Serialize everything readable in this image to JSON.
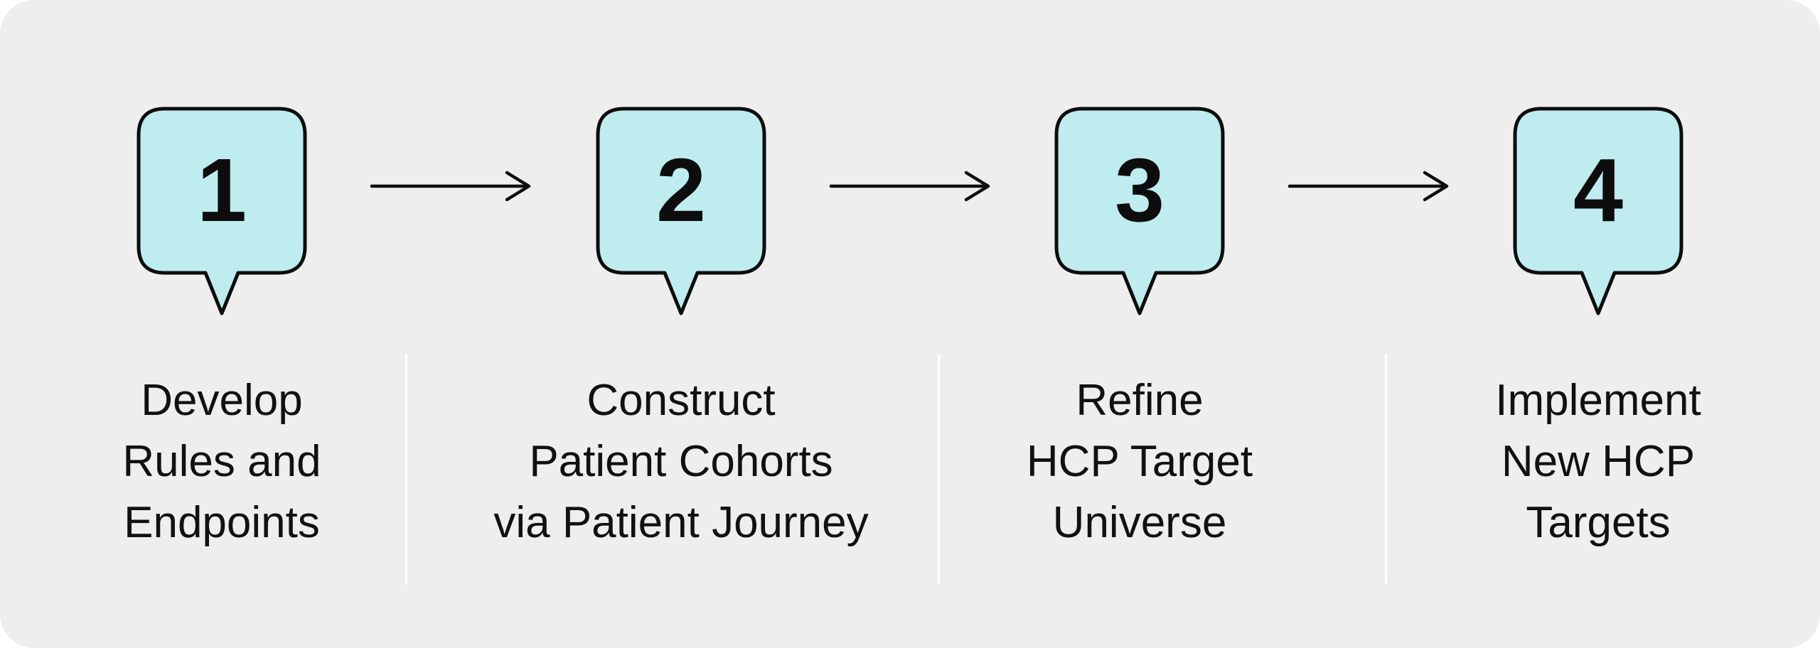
{
  "diagram": {
    "type": "process-steps",
    "steps": [
      {
        "number": "1",
        "label": "Develop\nRules and\nEndpoints"
      },
      {
        "number": "2",
        "label": "Construct\nPatient Cohorts\nvia Patient Journey"
      },
      {
        "number": "3",
        "label": "Refine\nHCP Target\nUniverse"
      },
      {
        "number": "4",
        "label": "Implement\nNew HCP\nTargets"
      }
    ]
  },
  "colors": {
    "page_bg": "#ffffff",
    "panel_bg": "#eeeeee",
    "bubble_fill": "#bfecef",
    "outline": "#0d0d0d",
    "number_text": "#0d0d0d",
    "label_text": "#111111",
    "divider": "#ffffff"
  }
}
